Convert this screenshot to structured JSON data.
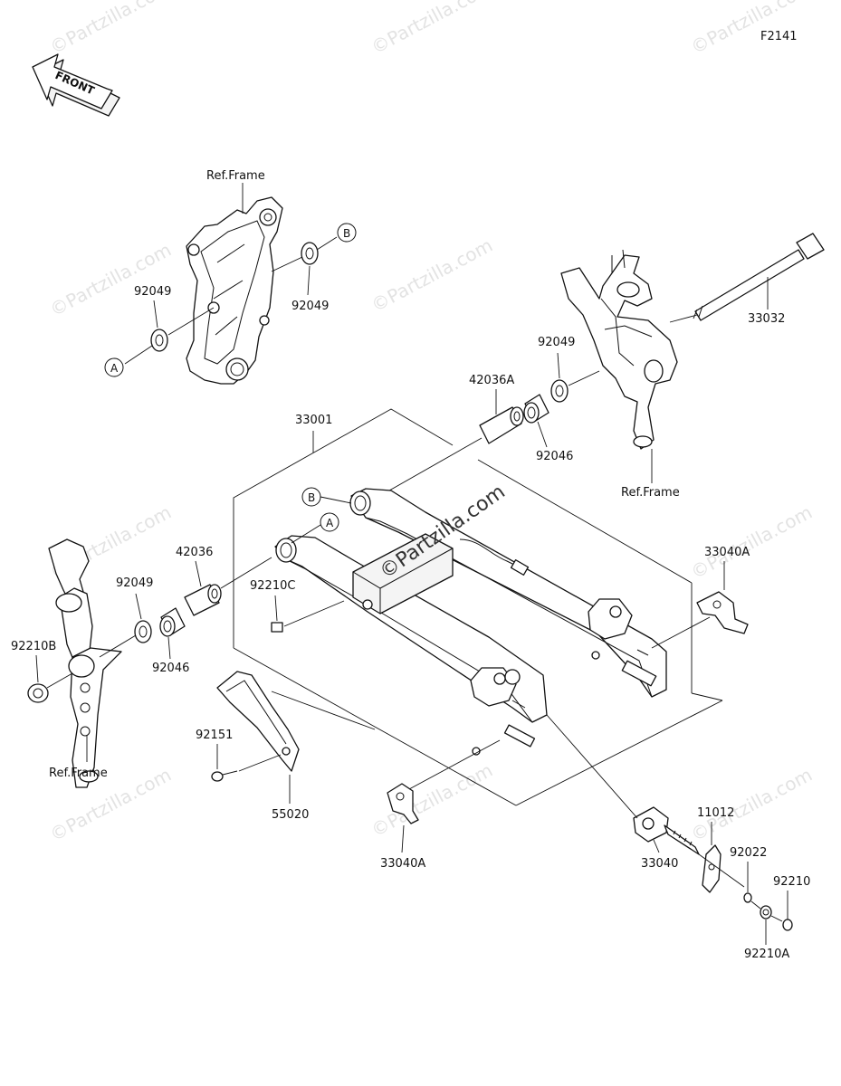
{
  "diagram_code": "F2141",
  "front_label": "FRONT",
  "watermark": "©Partzilla.com",
  "callouts": {
    "a": "A",
    "b": "B"
  },
  "labels": {
    "ref_frame_top": "Ref.Frame",
    "ref_frame_right": "Ref.Frame",
    "ref_frame_left": "Ref.Frame",
    "p92049_top_left": "92049",
    "p92049_top_right": "92049",
    "p92049_mid_right": "92049",
    "p92049_left": "92049",
    "p33032": "33032",
    "p42036A": "42036A",
    "p92046_right": "92046",
    "p33001": "33001",
    "p42036": "42036",
    "p92046_left": "92046",
    "p92210C": "92210C",
    "p92210B": "92210B",
    "p33040A_right": "33040A",
    "p33040A_bottom": "33040A",
    "p92151": "92151",
    "p55020": "55020",
    "p33040": "33040",
    "p11012": "11012",
    "p92022": "92022",
    "p92210": "92210",
    "p92210A": "92210A"
  },
  "icons": [
    "front-arrow-icon",
    "callout-a-icon",
    "callout-b-icon"
  ]
}
